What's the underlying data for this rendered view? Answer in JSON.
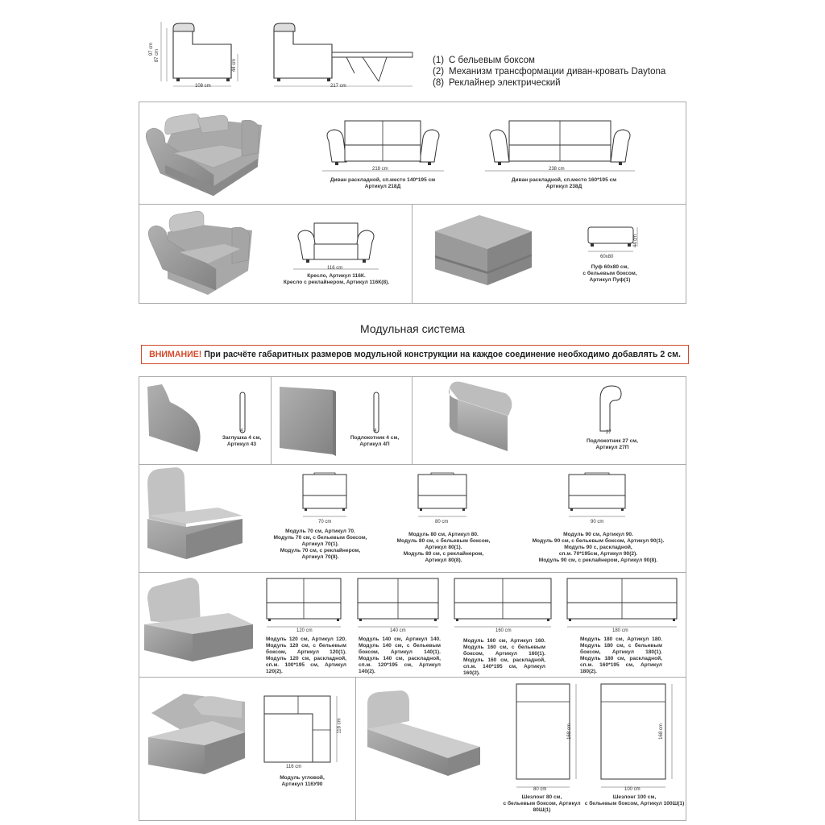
{
  "legend": [
    {
      "num": "(1)",
      "text": "С бельевым боксом"
    },
    {
      "num": "(2)",
      "text": "Механизм трансформации диван-кровать Daytona"
    },
    {
      "num": "(8)",
      "text": "Реклайнер электрический"
    }
  ],
  "top_dims": {
    "h97": "97 cm",
    "h87": "87 cm",
    "h44": "44 cm",
    "w108": "108 cm",
    "w217": "217 cm"
  },
  "sofa218": {
    "width": "218 cm",
    "caption": "Диван раскладной, сп.место 140*195 см\nАртикул 218Д"
  },
  "sofa238": {
    "width": "238 cm",
    "caption": "Диван раскладной, сп.место 160*195 см\nАртикул 238Д"
  },
  "chair": {
    "width": "116 cm",
    "caption": "Кресло, Артикул 116К.\nКресло с реклайнером, Артикул 116К(8)."
  },
  "pouf": {
    "width": "60x80",
    "height": "44 cm",
    "caption": "Пуф 60х80 см,\nс бельевым боксом,\nАртикул Пуф(1)"
  },
  "modular_title": "Модульная система",
  "warning": {
    "label": "ВНИМАНИЕ!",
    "text": " При расчёте габаритных размеров модульной конструкции на каждое соединение необходимо добавлять 2 см."
  },
  "plug": {
    "width": "4",
    "caption": "Заглушка 4 см,\nАртикул 43"
  },
  "arm4": {
    "width": "4",
    "caption": "Подлокотник 4 см,\nАртикул 4П"
  },
  "arm27": {
    "width": "27",
    "caption": "Подлокотник 27 см,\nАртикул 27П"
  },
  "mod70": {
    "width": "70 cm",
    "caption": "Модуль 70 см, Артикул 70.\nМодуль 70 см, с бельевым боксом,\nАртикул 70(1).\nМодуль 70 см, с реклайнером,\nАртикул 70(8)."
  },
  "mod80": {
    "width": "80 cm",
    "caption": "Модуль 80 см, Артикул 80.\nМодуль 80 см, с бельевым боксом,\nАртикул 80(1).\nМодуль 80 см, с реклайнером,\nАртикул 80(8)."
  },
  "mod90": {
    "width": "90 cm",
    "caption": "Модуль 90 см, Артикул 90.\nМодуль 90 см, с бельевым боксом, Артикул 90(1).\nМодуль 90 с, раскладной,\nсп.м. 70*195см, Артикул 90(2).\nМодуль 90 см, с реклайнером, Артикул 90(8)."
  },
  "mod120": {
    "width": "120 cm",
    "caption": "Модуль 120 см, Артикул 120. Модуль 120 см, с бельевым боксом, Артикул 120(1). Модуль 120 см, раскладной, сп.м. 100*195 см, Артикул 120(2)."
  },
  "mod140": {
    "width": "140 cm",
    "caption": "Модуль 140 см, Артикул 140. Модуль 140 см, с бельевым боксом, Артикул 140(1). Модуль 140 см, раскладной, сп.м. 120*195 см, Артикул 140(2)."
  },
  "mod160": {
    "width": "160 cm",
    "caption": "Модуль 160 см, Артикул 160. Модуль 160 см, с бельевым боксом, Артикул 160(1). Модуль 160 см, раскладной, сп.м. 140*195 см, Артикул 160(2)."
  },
  "mod180": {
    "width": "180 cm",
    "caption": "Модуль 180 см, Артикул 180. Модуль 180 см, с бельевым боксом, Артикул 180(1). Модуль 180 см, раскладной, сп.м. 160*195 см, Артикул 180(2)."
  },
  "corner": {
    "width": "116 cm",
    "height": "116 cm",
    "caption": "Модуль угловой,\nАртикул 116У90"
  },
  "chaise80": {
    "width": "80 cm",
    "height": "168 cm",
    "caption": "Шезлонг 80 см,\nс бельевым боксом, Артикул 80Ш(1)"
  },
  "chaise100": {
    "width": "100 cm",
    "height": "168 cm",
    "caption": "Шезлонг 100 см,\nс бельевым боксом, Артикул 100Ш(1)"
  }
}
